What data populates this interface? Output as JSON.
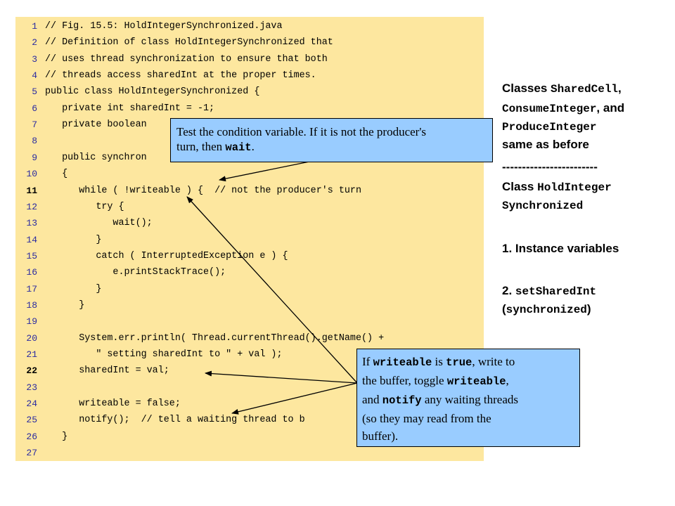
{
  "code": {
    "lines": [
      {
        "num": "1",
        "text": "// Fig. 15.5: HoldIntegerSynchronized.java"
      },
      {
        "num": "2",
        "text": "// Definition of class HoldIntegerSynchronized that"
      },
      {
        "num": "3",
        "text": "// uses thread synchronization to ensure that both"
      },
      {
        "num": "4",
        "text": "// threads access sharedInt at the proper times."
      },
      {
        "num": "5",
        "text": "public class HoldIntegerSynchronized {"
      },
      {
        "num": "6",
        "text": "   private int sharedInt = -1;"
      },
      {
        "num": "7",
        "text": "   private boolean"
      },
      {
        "num": "8",
        "text": ""
      },
      {
        "num": "9",
        "text": "   public synchron"
      },
      {
        "num": "10",
        "text": "   {"
      },
      {
        "num": "11",
        "text": "      while ( !writeable ) {  // not the producer's turn",
        "highlight": true
      },
      {
        "num": "12",
        "text": "         try {"
      },
      {
        "num": "13",
        "text": "            wait();"
      },
      {
        "num": "14",
        "text": "         }"
      },
      {
        "num": "15",
        "text": "         catch ( InterruptedException e ) {"
      },
      {
        "num": "16",
        "text": "            e.printStackTrace();"
      },
      {
        "num": "17",
        "text": "         }"
      },
      {
        "num": "18",
        "text": "      }"
      },
      {
        "num": "19",
        "text": ""
      },
      {
        "num": "20",
        "text": "      System.err.println( Thread.currentThread().getName() +"
      },
      {
        "num": "21",
        "text": "         \" setting sharedInt to \" + val );"
      },
      {
        "num": "22",
        "text": "      sharedInt = val;",
        "highlight": true
      },
      {
        "num": "23",
        "text": ""
      },
      {
        "num": "24",
        "text": "      writeable = false;"
      },
      {
        "num": "25",
        "text": "      notify();  // tell a waiting thread to b"
      },
      {
        "num": "26",
        "text": "   }"
      },
      {
        "num": "27",
        "text": ""
      }
    ]
  },
  "sidebar": {
    "line1": {
      "a": "Classes ",
      "b": "SharedCell",
      "c": ","
    },
    "line2": {
      "a": "ConsumeInteger",
      "b": ", and"
    },
    "line3": {
      "a": "ProduceInteger"
    },
    "line4": {
      "a": "same as before"
    },
    "divider": "------------------------",
    "line5": {
      "a": "Class ",
      "b": "HoldInteger"
    },
    "line6": {
      "a": "Synchronized"
    },
    "item1": "1. Instance variables",
    "item2": {
      "a": "2. ",
      "b": "setSharedInt"
    },
    "item2b": {
      "a": "(",
      "b": "synchronized",
      "c": ")"
    }
  },
  "callout_top": {
    "t1": "Test the condition variable.  If it is not the producer's",
    "t2": "turn, then ",
    "t3": "wait",
    "t4": "."
  },
  "callout_bottom": {
    "l1a": "If ",
    "l1b": "writeable",
    "l1c": " is ",
    "l1d": "true",
    "l1e": ", write to",
    "l2a": "the buffer, toggle ",
    "l2b": "writeable",
    "l2c": ",",
    "l3a": "and ",
    "l3b": "notify",
    "l3c": " any waiting threads",
    "l4": "(so they may read from the",
    "l5": "buffer)."
  },
  "colors": {
    "code_bg": "#fde79f",
    "callout_bg": "#99ccff",
    "line_number": "#2a2aa0"
  }
}
